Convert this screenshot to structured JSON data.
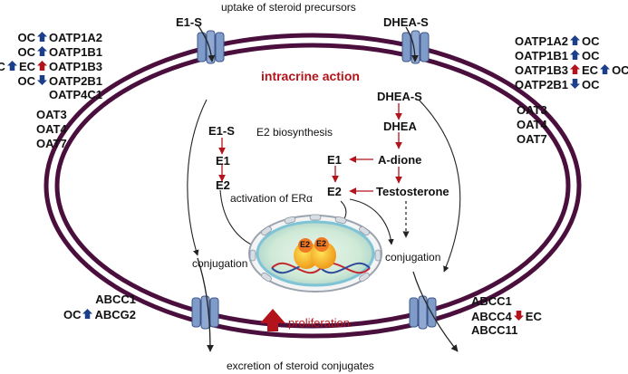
{
  "top_caption": "uptake of steroid precursors",
  "bottom_caption": "excretion of steroid conjugates",
  "center_title": "intracrine action",
  "left_entry": "E1-S",
  "right_entry": "DHEA-S",
  "colors": {
    "membrane": "#4a0f3c",
    "red_arrow": "#b3141c",
    "blue_arrow": "#1c3f8c",
    "transporter": "#7f9bc8"
  },
  "left_transporters": [
    {
      "prefix": "OC",
      "dir": "up",
      "color": "blue",
      "name": "OATP1A2"
    },
    {
      "prefix": "OC",
      "dir": "up",
      "color": "blue",
      "name": "OATP1B1"
    },
    {
      "prefix": "OC",
      "dir": "up",
      "color": "blue",
      "prefix2": "EC",
      "dir2": "up",
      "color2": "red",
      "name": "OATP1B3"
    },
    {
      "prefix": "OC",
      "dir": "down",
      "color": "blue",
      "name": "OATP2B1"
    },
    {
      "name": "OATP4C1"
    }
  ],
  "left_oat": [
    "OAT3",
    "OAT4",
    "OAT7"
  ],
  "right_transporters": [
    {
      "name": "OATP1A2",
      "dir": "up",
      "color": "blue",
      "suffix": "OC"
    },
    {
      "name": "OATP1B1",
      "dir": "up",
      "color": "blue",
      "suffix": "OC"
    },
    {
      "name": "OATP1B3",
      "dir": "up",
      "color": "red",
      "suffix": "EC",
      "dir2": "up",
      "color2": "blue",
      "suffix2": "OC"
    },
    {
      "name": "OATP2B1",
      "dir": "down",
      "color": "blue",
      "suffix": "OC"
    }
  ],
  "right_oat": [
    "OAT3",
    "OAT4",
    "OAT7"
  ],
  "left_pathway": [
    "E1-S",
    "E1",
    "E2"
  ],
  "e2_biosynthesis": "E2 biosynthesis",
  "right_pathway": [
    "DHEA-S",
    "DHEA",
    "A-dione",
    "Testosterone"
  ],
  "e1_mid": "E1",
  "e2_mid": "E2",
  "activation": "activation of ER",
  "alpha": "α",
  "nucleus_e2a": "E2",
  "nucleus_e2b": "E2",
  "conjugation_left": "conjugation",
  "conjugation_right": "conjugation",
  "proliferation": "proliferation",
  "left_efflux": [
    {
      "name": "ABCC1"
    },
    {
      "prefix": "OC",
      "dir": "up",
      "color": "blue",
      "name": "ABCG2"
    }
  ],
  "right_efflux": [
    {
      "name": "ABCC1"
    },
    {
      "name": "ABCC4",
      "dir": "down",
      "color": "red",
      "suffix": "EC"
    },
    {
      "name": "ABCC11"
    }
  ]
}
